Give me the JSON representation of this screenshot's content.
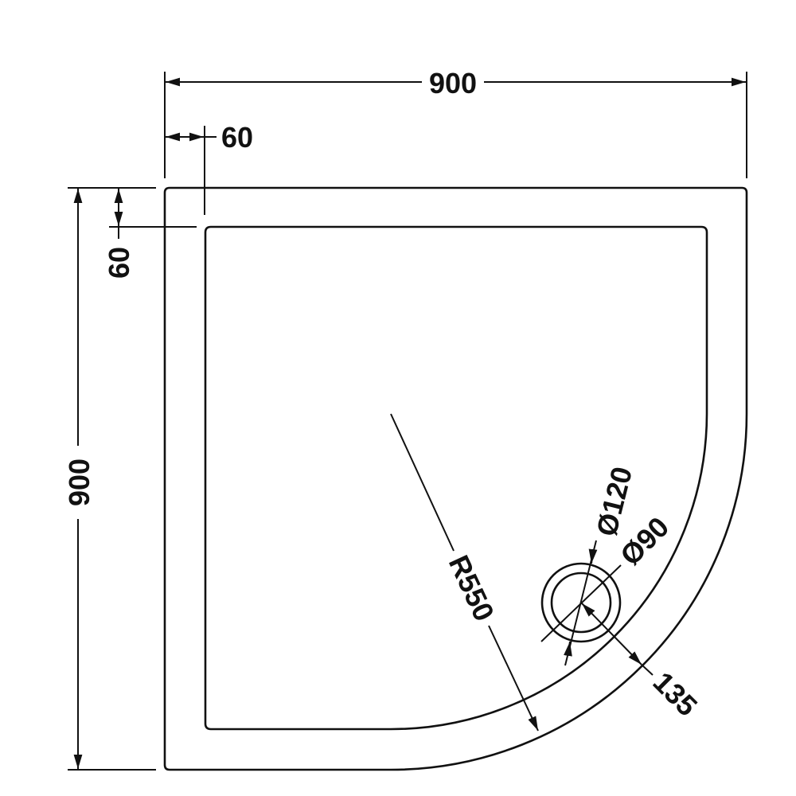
{
  "drawing": {
    "title": "Quadrant shower tray technical drawing",
    "units": "mm",
    "line_color": "#111111",
    "background": "#ffffff"
  },
  "dimensions": {
    "overall_width": "900",
    "overall_depth": "900",
    "rim_width_top": "60",
    "rim_width_left": "60",
    "radius": "R550",
    "waste_outer_diameter": "Ø120",
    "waste_inner_diameter": "Ø90",
    "waste_offset": "135"
  }
}
